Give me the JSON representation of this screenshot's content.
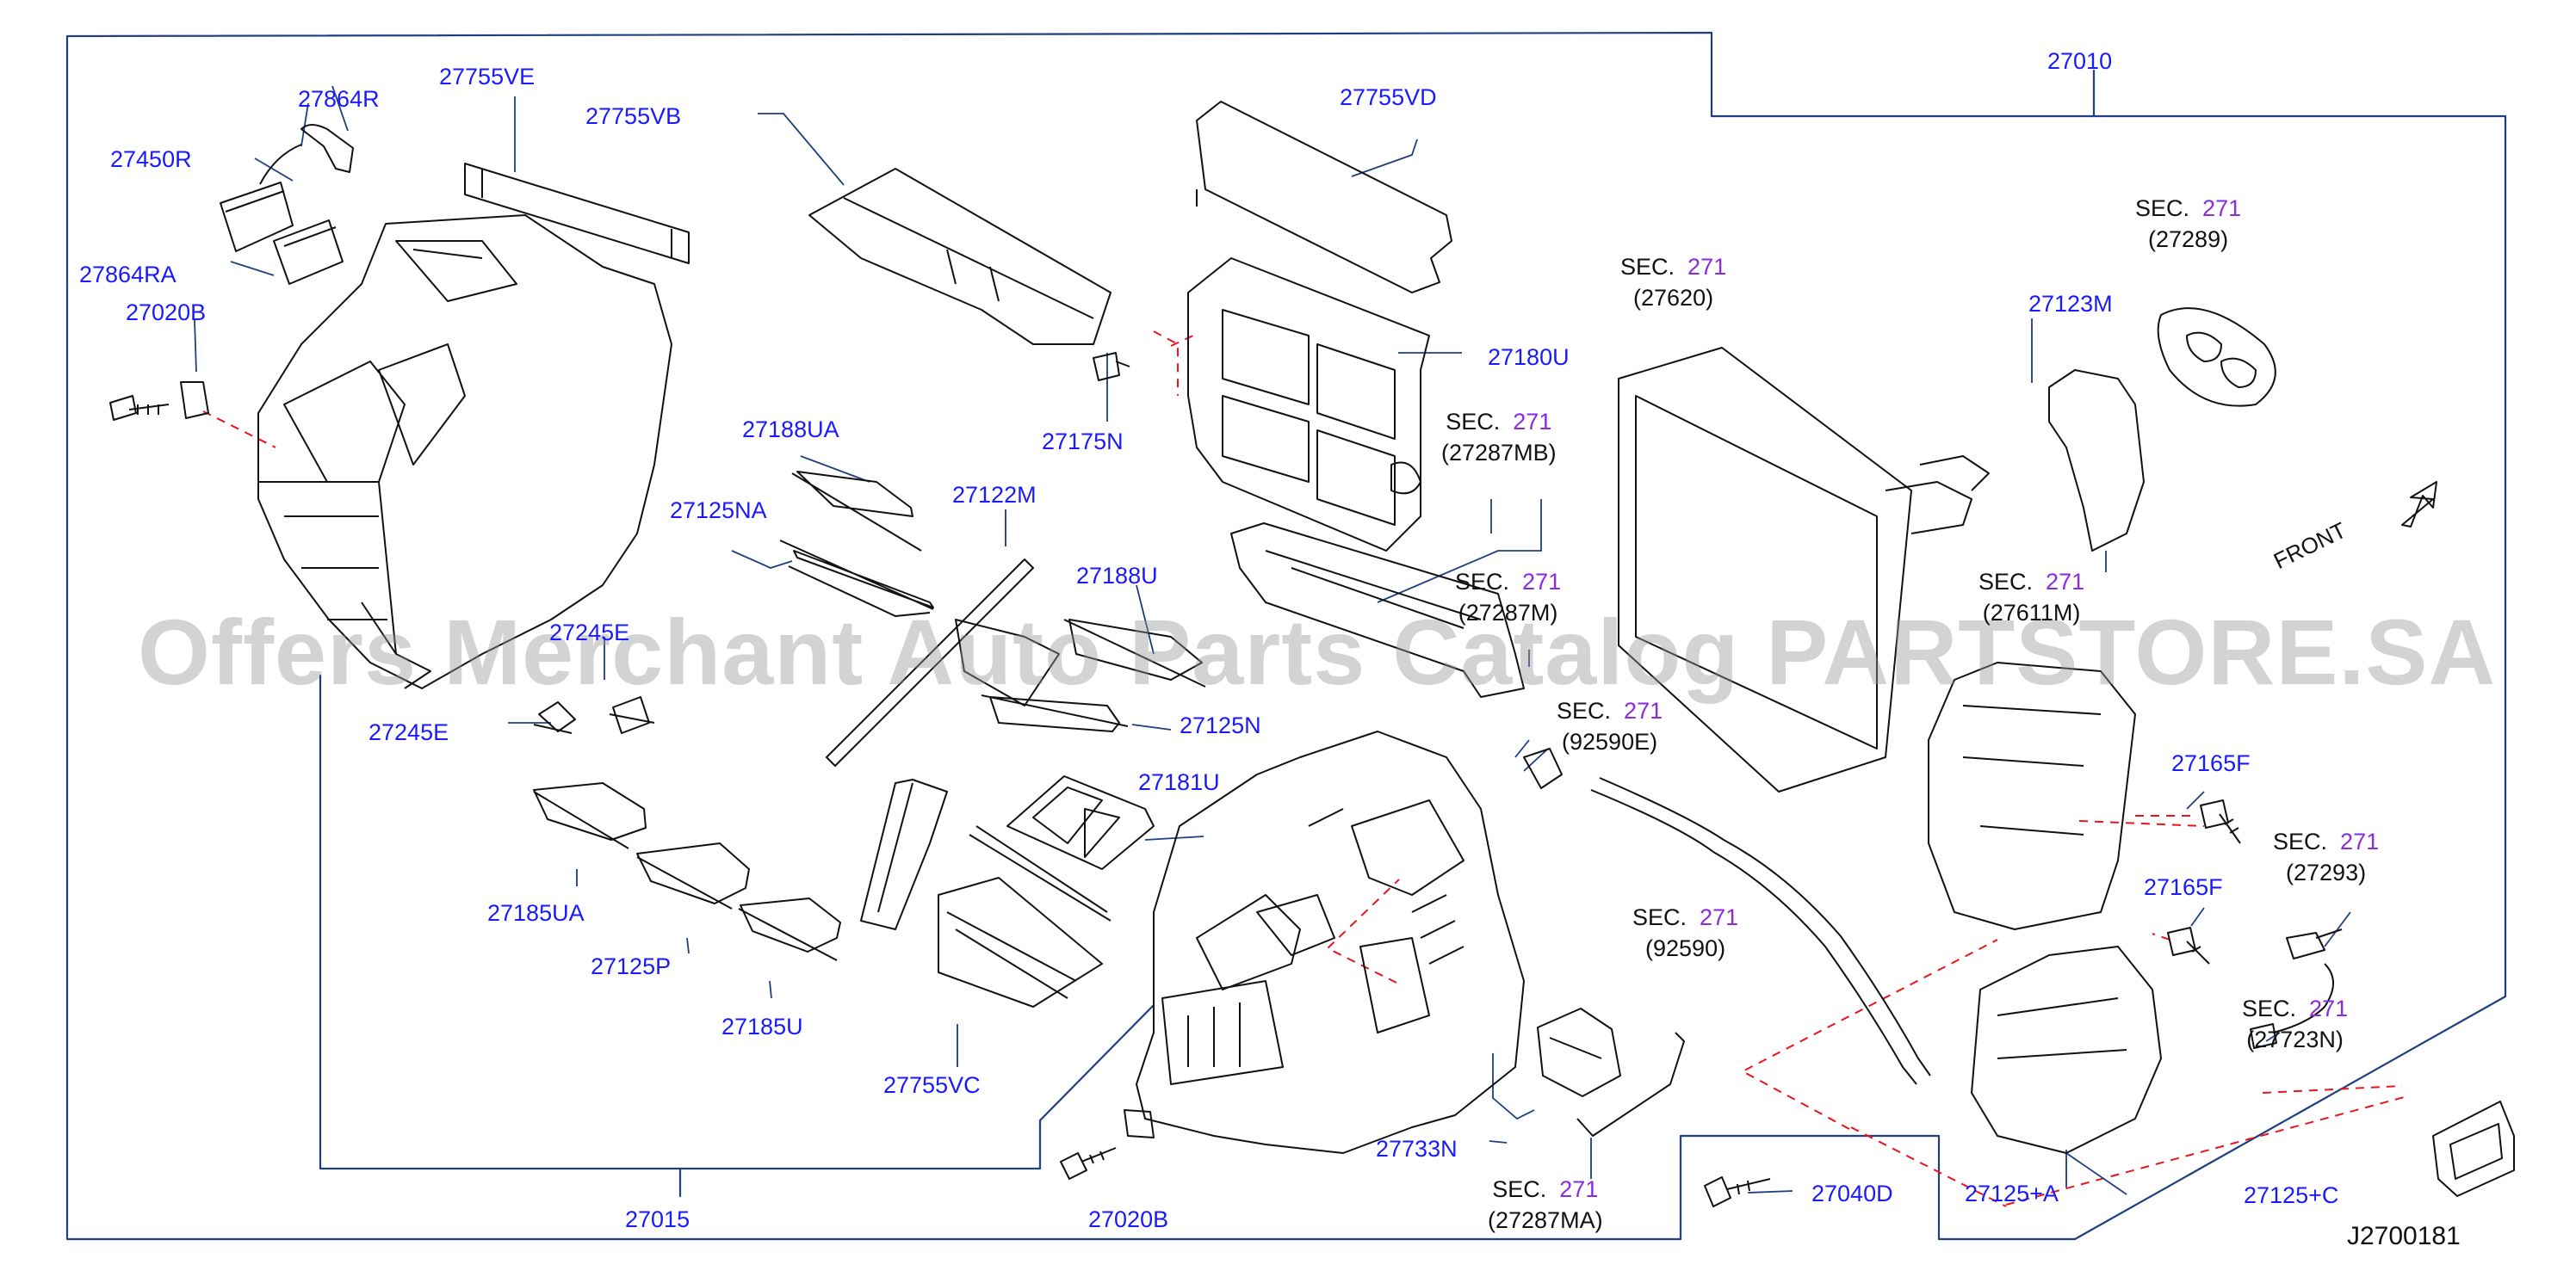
{
  "diagram_id": "J2700181",
  "watermark": "Offers Merchant Auto Parts Catalog PARTSTORE.SA",
  "front_label": "FRONT",
  "parts": {
    "p27010": "27010",
    "p27015": "27015",
    "p27755VE": "27755VE",
    "p27864R": "27864R",
    "p27450R": "27450R",
    "p27864RA": "27864RA",
    "p27020B_top": "27020B",
    "p27755VB": "27755VB",
    "p27755VD": "27755VD",
    "p27180U": "27180U",
    "p27175N": "27175N",
    "p27188UA": "27188UA",
    "p27125NA": "27125NA",
    "p27122M": "27122M",
    "p27188U": "27188U",
    "p27245E_a": "27245E",
    "p27245E_b": "27245E",
    "p27125N": "27125N",
    "p27181U": "27181U",
    "p27185UA": "27185UA",
    "p27125P": "27125P",
    "p27185U": "27185U",
    "p27755VC": "27755VC",
    "p27733N": "27733N",
    "p27020B_bottom": "27020B",
    "p27040D": "27040D",
    "p27123M": "27123M",
    "p27165F_a": "27165F",
    "p27165F_b": "27165F",
    "p27125A": "27125+A",
    "p27125C": "27125+C"
  },
  "sections": {
    "s27620": {
      "sec": "SEC.",
      "num": "271",
      "ref": "(27620)"
    },
    "s27287MB": {
      "sec": "SEC.",
      "num": "271",
      "ref": "(27287MB)"
    },
    "s27287M": {
      "sec": "SEC.",
      "num": "271",
      "ref": "(27287M)"
    },
    "s92590E": {
      "sec": "SEC.",
      "num": "271",
      "ref": "(92590E)"
    },
    "s92590": {
      "sec": "SEC.",
      "num": "271",
      "ref": "(92590)"
    },
    "s27287MA": {
      "sec": "SEC.",
      "num": "271",
      "ref": "(27287MA)"
    },
    "s27289": {
      "sec": "SEC.",
      "num": "271",
      "ref": "(27289)"
    },
    "s27611M": {
      "sec": "SEC.",
      "num": "271",
      "ref": "(27611M)"
    },
    "s27293": {
      "sec": "SEC.",
      "num": "271",
      "ref": "(27293)"
    },
    "s27723N": {
      "sec": "SEC.",
      "num": "271",
      "ref": "(27723N)"
    }
  },
  "colors": {
    "label_blue": "#1a1aff",
    "section_purple": "#8a2be2",
    "leader_red": "#e8141e",
    "line": "#1f3f7f"
  }
}
